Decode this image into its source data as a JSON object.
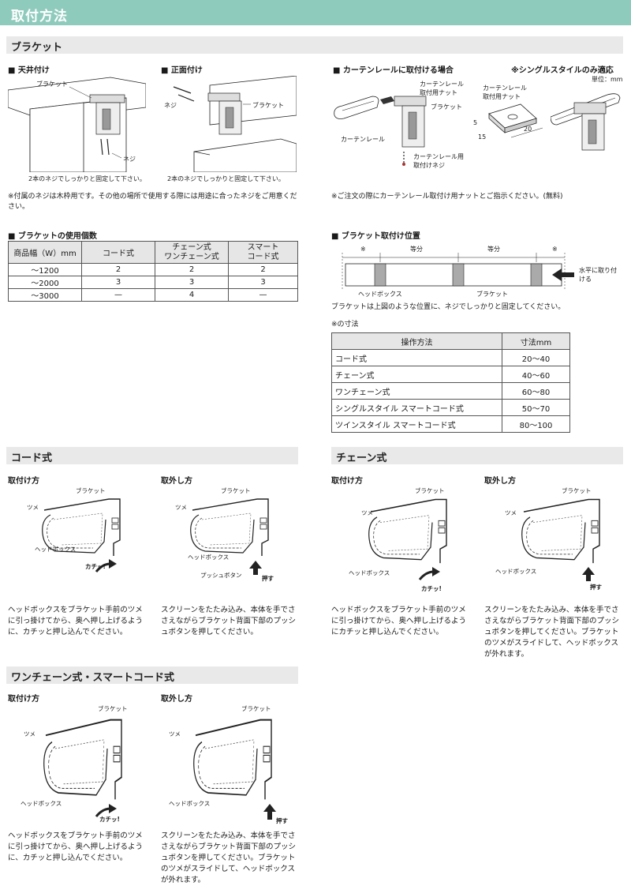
{
  "header": {
    "title": "取付方法"
  },
  "bracket": {
    "section_title": "ブラケット",
    "ceiling": {
      "title": "■ 天井付け",
      "label_bracket": "ブラケット",
      "label_screw": "ネジ",
      "caption": "2本のネジでしっかりと固定して下さい。"
    },
    "front": {
      "title": "■ 正面付け",
      "label_bracket": "ブラケット",
      "label_screw": "ネジ",
      "caption": "2本のネジでしっかりと固定して下さい。"
    },
    "screw_note": "※付属のネジは木枠用です。その他の場所で使用する際には用途に合ったネジをご用意ください。",
    "rail": {
      "title": "■ カーテンレールに取付ける場合",
      "label_nut": "カーテンレール取付用ナット",
      "label_bracket": "ブラケット",
      "label_rail": "カーテンレール",
      "label_screw": "カーテンレール用取付けネジ",
      "note": "※ご注文の際にカーテンレール取付け用ナットとご指示ください。(無料)"
    },
    "single_style": {
      "title": "※シングルスタイルのみ適応",
      "unit": "単位：mm",
      "label_nut": "カーテンレール取付用ナット",
      "dim_5": "5",
      "dim_15": "15",
      "dim_20": "20"
    },
    "usage": {
      "title": "■ ブラケットの使用個数",
      "headers": [
        "商品幅（W）mm",
        "コード式",
        "チェーン式\nワンチェーン式",
        "スマート\nコード式"
      ],
      "rows": [
        [
          "～1200",
          "2",
          "2",
          "2"
        ],
        [
          "～2000",
          "3",
          "3",
          "3"
        ],
        [
          "～3000",
          "—",
          "4",
          "—"
        ]
      ]
    },
    "position": {
      "title": "■ ブラケット取付け位置",
      "mark": "※",
      "equal": "等分",
      "label_headbox": "ヘッドボックス",
      "label_bracket": "ブラケット",
      "label_level": "水平に取り付ける",
      "caption": "ブラケットは上図のような位置に、ネジでしっかりと固定してください。",
      "dim_title": "※の寸法",
      "dim_headers": [
        "操作方法",
        "寸法mm"
      ],
      "dim_rows": [
        [
          "コード式",
          "20～40"
        ],
        [
          "チェーン式",
          "40～60"
        ],
        [
          "ワンチェーン式",
          "60～80"
        ],
        [
          "シングルスタイル スマートコード式",
          "50～70"
        ],
        [
          "ツインスタイル スマートコード式",
          "80～100"
        ]
      ]
    }
  },
  "cord": {
    "section_title": "コード式",
    "install_title": "取付け方",
    "remove_title": "取外し方",
    "label_bracket": "ブラケット",
    "label_claw": "ツメ",
    "label_headbox": "ヘッドボックス",
    "label_click": "カチッ!",
    "label_push_button": "プッシュボタン",
    "label_push": "押す",
    "install_text": "ヘッドボックスをブラケット手前のツメに引っ掛けてから、奥へ押し上げるように、カチッと押し込んでください。",
    "remove_text": "スクリーンをたたみ込み、本体を手でささえながらブラケット背面下部のプッシュボタンを押してください。"
  },
  "chain": {
    "section_title": "チェーン式",
    "install_title": "取付け方",
    "remove_title": "取外し方",
    "label_bracket": "ブラケット",
    "label_claw": "ツメ",
    "label_headbox": "ヘッドボックス",
    "label_click": "カチッ!",
    "label_push": "押す",
    "install_text": "ヘッドボックスをブラケット手前のツメに引っ掛けてから、奥へ押し上げるようにカチッと押し込んでください。",
    "remove_text": "スクリーンをたたみ込み、本体を手でささえながらブラケット背面下部のプッシュボタンを押してください。ブラケットのツメがスライドして、ヘッドボックスが外れます。"
  },
  "onechain": {
    "section_title": "ワンチェーン式・スマートコード式",
    "install_title": "取付け方",
    "remove_title": "取外し方",
    "label_bracket": "ブラケット",
    "label_claw": "ツメ",
    "label_headbox": "ヘッドボックス",
    "label_click": "カチッ!",
    "label_push": "押す",
    "install_text": "ヘッドボックスをブラケット手前のツメに引っ掛けてから、奥へ押し上げるように、カチッと押し込んでください。",
    "remove_text": "スクリーンをたたみ込み、本体を手でささえながらブラケット背面下部のプッシュボタンを押してください。ブラケットのツメがスライドして、ヘッドボックスが外れます。"
  }
}
